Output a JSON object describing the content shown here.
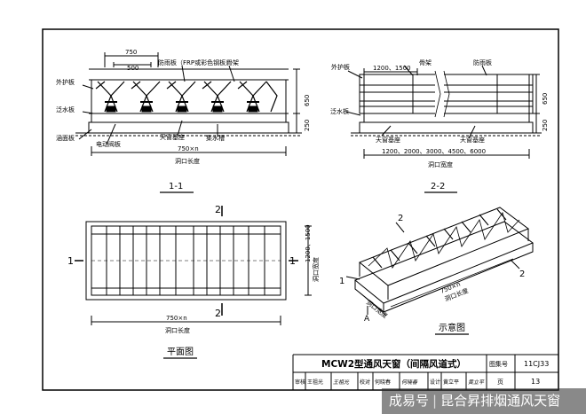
{
  "section_1_1": {
    "labels": {
      "outer_guard": "外护板",
      "flashing": "泛水板",
      "base_panel": "涵面板",
      "rain_plate": "防雨板（FRP或彩色钢板）",
      "frame": "骨架",
      "rain_guard": "防雨板",
      "skylight_base": "天窗基座",
      "gutter": "集水槽",
      "valve": "电动阀板"
    },
    "dim_750": "750",
    "dim_500": "500",
    "dim_650": "650",
    "dim_250": "250",
    "dim_bottom": "750×n",
    "dim_length": "洞口长度",
    "title": "1-1"
  },
  "section_2_2": {
    "labels": {
      "outer_guard": "外护板",
      "frame": "骨架",
      "rain_plate": "防雨板",
      "flashing": "泛水板",
      "skylight_base": "天窗基座",
      "skylight_base_2": "天窗基座"
    },
    "dim_top": "1200、1500",
    "dim_650": "650",
    "dim_250": "250",
    "dim_widths": "1200、2000、3000、4500、6000",
    "dim_width_label": "洞口宽度",
    "title": "2-2"
  },
  "plan": {
    "mark_top": "2",
    "mark_bottom": "2",
    "mark_left": "1",
    "mark_right": "1",
    "dim_side": "1200、1500",
    "dim_side_label": "洞口宽度",
    "dim_bottom": "750×n",
    "dim_length": "洞口长度",
    "title": "平面图"
  },
  "schematic": {
    "mark_2_top": "2",
    "mark_2_right": "2",
    "mark_1": "1",
    "mark_A": "A",
    "dim_n": "750×n",
    "dim_length": "洞口长度",
    "dim_width": "洞口宽度",
    "title": "示意图"
  },
  "title_block": {
    "drawing_title": "MCW2型通风天窗（间隔风道式）",
    "atlas_label": "图集号",
    "atlas_no": "11CJ33",
    "review_label": "审核",
    "reviewer": "王祖光",
    "reviewer_sig": "王祖光",
    "check_label": "校对",
    "checker": "何晓春",
    "checker_sig": "何晓春",
    "design_label": "设计",
    "designer": "黄立平",
    "designer_sig": "黄立平",
    "page_label": "页",
    "page_no": "13"
  },
  "watermark": {
    "brand": "成易号",
    "sep": "|",
    "company": "昆合昇排烟通风天窗"
  }
}
